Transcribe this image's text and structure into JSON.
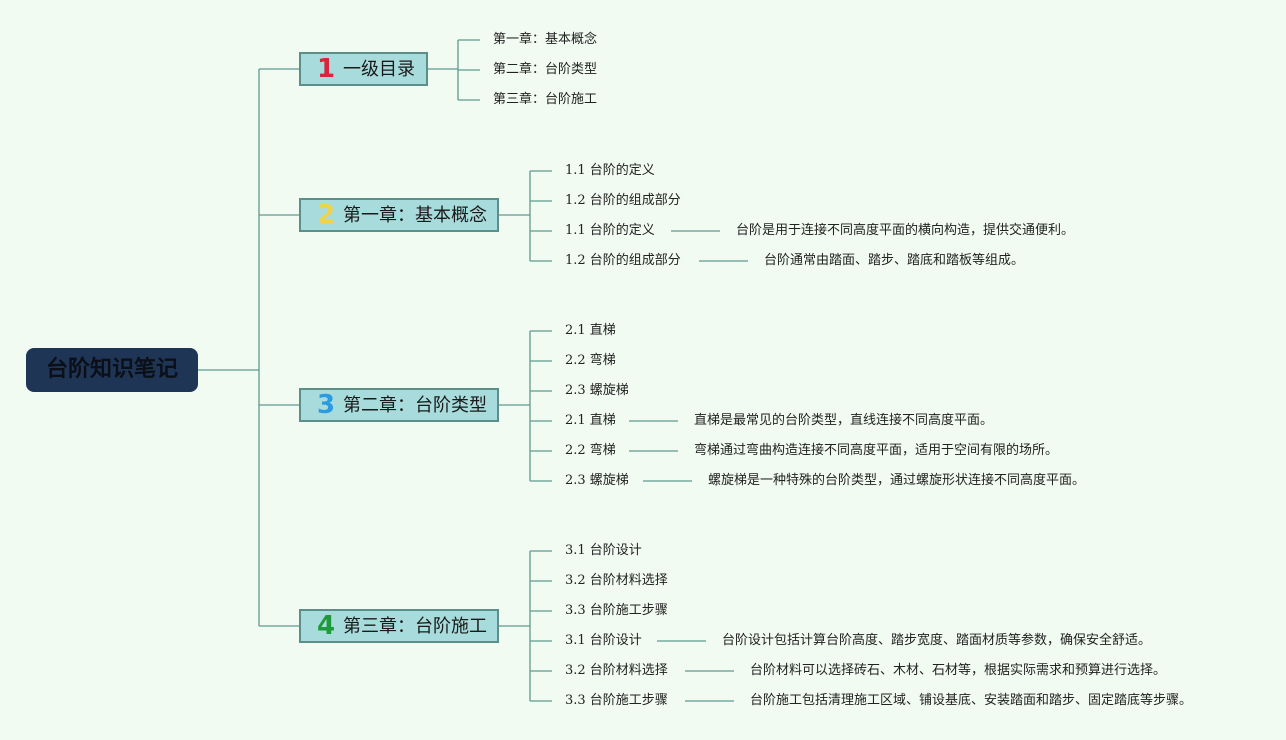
{
  "root": {
    "label": "台阶知识笔记"
  },
  "branches": [
    {
      "num": "1",
      "num_color": "#d8253a",
      "label": "一级目录",
      "items": [
        "第一章：基本概念",
        "第二章：台阶类型",
        "第三章：台阶施工"
      ]
    },
    {
      "num": "2",
      "num_color": "#f0d24a",
      "label": "第一章：基本概念",
      "items": [
        "1.1 台阶的定义",
        "1.2 台阶的组成部分",
        "1.1 台阶的定义",
        "1.2 台阶的组成部分"
      ],
      "details": [
        "台阶是用于连接不同高度平面的横向构造，提供交通便利。",
        "台阶通常由踏面、踏步、踏底和踏板等组成。"
      ]
    },
    {
      "num": "3",
      "num_color": "#2a9be0",
      "label": "第二章：台阶类型",
      "items": [
        "2.1 直梯",
        "2.2 弯梯",
        "2.3 螺旋梯",
        "2.1 直梯",
        "2.2 弯梯",
        "2.3 螺旋梯"
      ],
      "details": [
        "直梯是最常见的台阶类型，直线连接不同高度平面。",
        "弯梯通过弯曲构造连接不同高度平面，适用于空间有限的场所。",
        "螺旋梯是一种特殊的台阶类型，通过螺旋形状连接不同高度平面。"
      ]
    },
    {
      "num": "4",
      "num_color": "#1e9a3a",
      "label": "第三章：台阶施工",
      "items": [
        "3.1 台阶设计",
        "3.2 台阶材料选择",
        "3.3 台阶施工步骤",
        "3.1 台阶设计",
        "3.2 台阶材料选择",
        "3.3 台阶施工步骤"
      ],
      "details": [
        "台阶设计包括计算台阶高度、踏步宽度、踏面材质等参数，确保安全舒适。",
        "台阶材料可以选择砖石、木材、石材等，根据实际需求和预算进行选择。",
        "台阶施工包括清理施工区域、铺设基底、安装踏面和踏步、固定踏底等步骤。"
      ]
    }
  ],
  "colors": {
    "line": "#5e9a90",
    "node_fill": "#a8dcdc",
    "root_fill": "#1f3556"
  }
}
